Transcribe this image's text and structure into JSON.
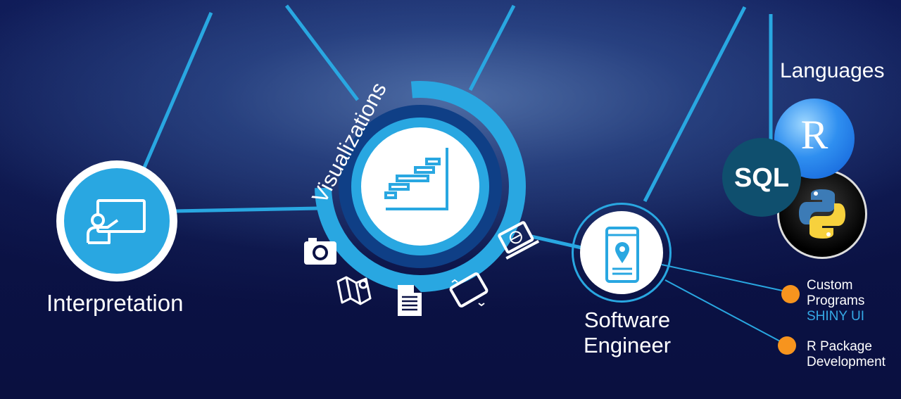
{
  "nodes": {
    "interpretation": {
      "label": "Interpretation"
    },
    "visualizations": {
      "label": "Visualizations"
    },
    "software_engineer": {
      "line1": "Software",
      "line2": "Engineer"
    },
    "languages": {
      "label": "Languages"
    }
  },
  "language_badges": {
    "r": "R",
    "sql": "SQL"
  },
  "software_items": [
    {
      "line1": "Custom",
      "line2": "Programs",
      "line3": "SHINY UI"
    },
    {
      "line1": "R Package",
      "line2": "Development"
    }
  ],
  "colors": {
    "accent": "#29a7e1",
    "dark_ring": "#0f3f86",
    "bullet": "#f7941e",
    "background": "#0b1245"
  },
  "icons": [
    "presentation-icon",
    "gantt-chart-icon",
    "camera-icon",
    "map-icon",
    "document-icon",
    "tablet-icon",
    "laptop-icon",
    "mobile-location-icon",
    "r-logo-icon",
    "sql-logo-icon",
    "python-logo-icon"
  ]
}
